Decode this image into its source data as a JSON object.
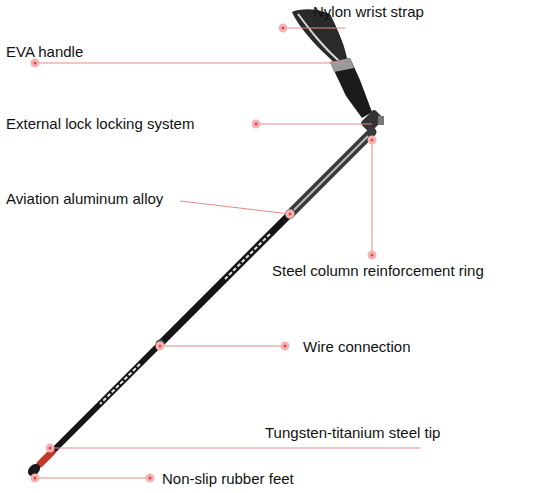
{
  "diagram": {
    "labels": [
      "Nylon wrist strap",
      "EVA handle",
      "External lock locking system",
      "Aviation aluminum alloy",
      "Steel column reinforcement ring",
      "Wire connection",
      "Tungsten-titanium steel tip",
      "Non-slip rubber feet"
    ]
  }
}
